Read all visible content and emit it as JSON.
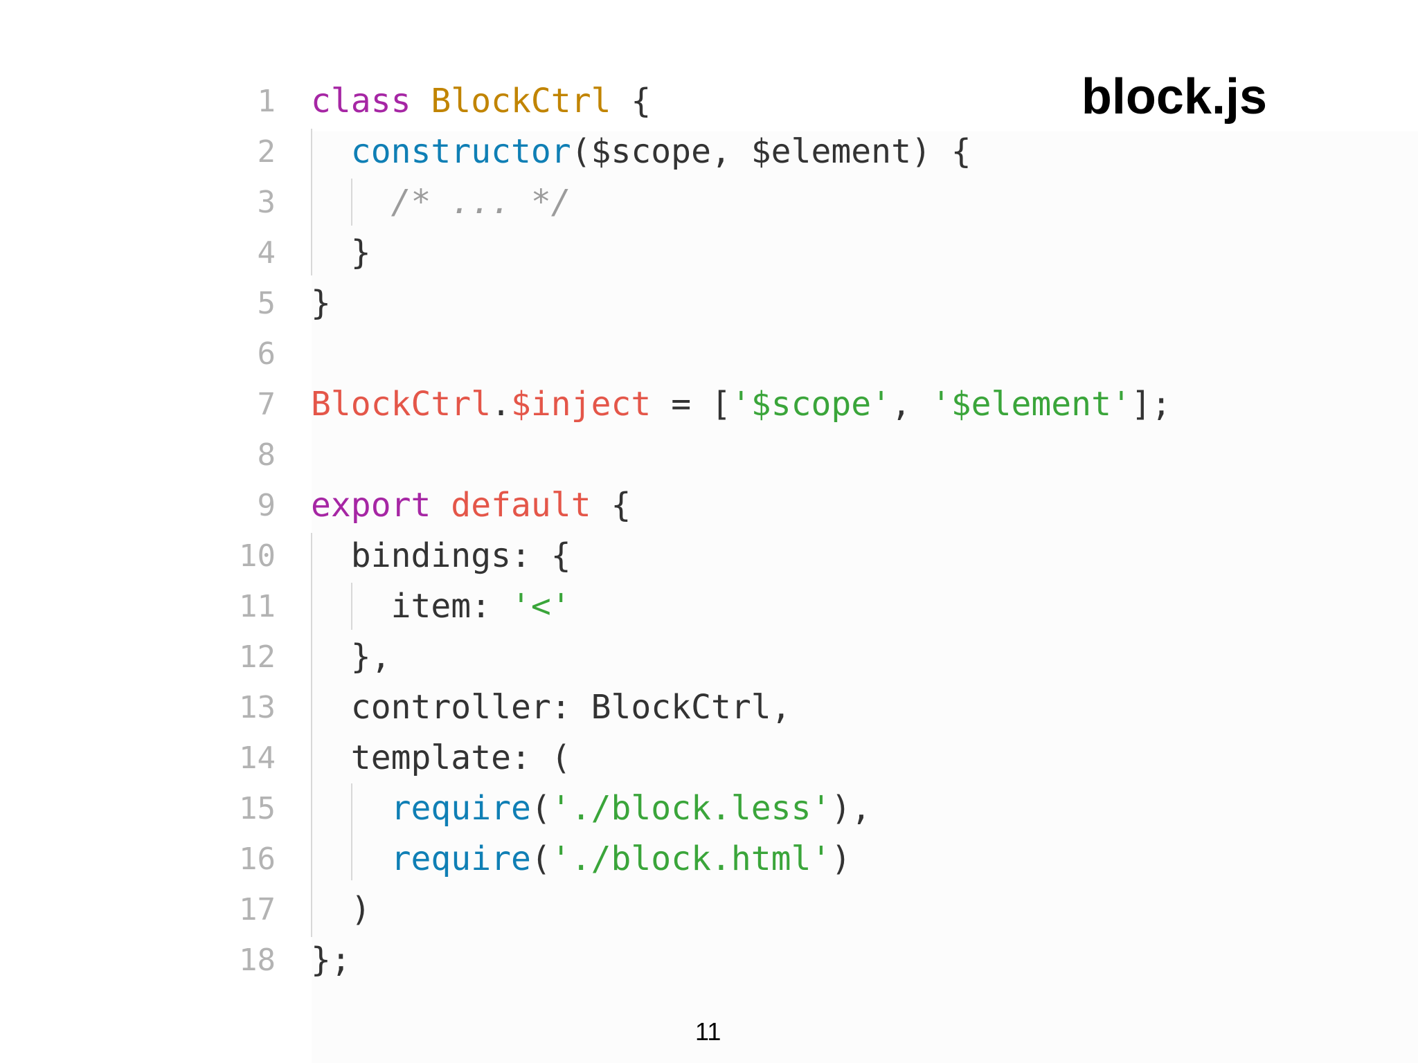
{
  "title": "block.js",
  "page_number": "11",
  "colors": {
    "keyword": "#a626a4",
    "class_name": "#c18401",
    "function": "#0f7fb5",
    "property": "#e45649",
    "string": "#3aa53a",
    "comment": "#9c9c9c",
    "plain": "#333333",
    "line_number": "#b3b3b3"
  },
  "code": {
    "lines": [
      {
        "n": "1",
        "tokens": [
          {
            "t": "class",
            "k": "kw"
          },
          {
            "t": " ",
            "k": "p"
          },
          {
            "t": "BlockCtrl",
            "k": "cls"
          },
          {
            "t": " {",
            "k": "p"
          }
        ]
      },
      {
        "n": "2",
        "tokens": [
          {
            "t": "  ",
            "k": "p"
          },
          {
            "t": "constructor",
            "k": "fn"
          },
          {
            "t": "($scope, $element) {",
            "k": "p"
          }
        ]
      },
      {
        "n": "3",
        "tokens": [
          {
            "t": "    ",
            "k": "p"
          },
          {
            "t": "/* ... */",
            "k": "cmt"
          }
        ]
      },
      {
        "n": "4",
        "tokens": [
          {
            "t": "  }",
            "k": "p"
          }
        ]
      },
      {
        "n": "5",
        "tokens": [
          {
            "t": "}",
            "k": "p"
          }
        ]
      },
      {
        "n": "6",
        "tokens": []
      },
      {
        "n": "7",
        "tokens": [
          {
            "t": "BlockCtrl",
            "k": "var"
          },
          {
            "t": ".",
            "k": "p"
          },
          {
            "t": "$inject",
            "k": "var"
          },
          {
            "t": " = [",
            "k": "p"
          },
          {
            "t": "'$scope'",
            "k": "str"
          },
          {
            "t": ", ",
            "k": "p"
          },
          {
            "t": "'$element'",
            "k": "str"
          },
          {
            "t": "];",
            "k": "p"
          }
        ]
      },
      {
        "n": "8",
        "tokens": []
      },
      {
        "n": "9",
        "tokens": [
          {
            "t": "export",
            "k": "kw"
          },
          {
            "t": " ",
            "k": "p"
          },
          {
            "t": "default",
            "k": "var"
          },
          {
            "t": " {",
            "k": "p"
          }
        ]
      },
      {
        "n": "10",
        "tokens": [
          {
            "t": "  bindings: {",
            "k": "p"
          }
        ]
      },
      {
        "n": "11",
        "tokens": [
          {
            "t": "    item: ",
            "k": "p"
          },
          {
            "t": "'<'",
            "k": "str"
          }
        ]
      },
      {
        "n": "12",
        "tokens": [
          {
            "t": "  },",
            "k": "p"
          }
        ]
      },
      {
        "n": "13",
        "tokens": [
          {
            "t": "  controller: BlockCtrl,",
            "k": "p"
          }
        ]
      },
      {
        "n": "14",
        "tokens": [
          {
            "t": "  template: (",
            "k": "p"
          }
        ]
      },
      {
        "n": "15",
        "tokens": [
          {
            "t": "    ",
            "k": "p"
          },
          {
            "t": "require",
            "k": "fn"
          },
          {
            "t": "(",
            "k": "p"
          },
          {
            "t": "'./block.less'",
            "k": "str"
          },
          {
            "t": "),",
            "k": "p"
          }
        ]
      },
      {
        "n": "16",
        "tokens": [
          {
            "t": "    ",
            "k": "p"
          },
          {
            "t": "require",
            "k": "fn"
          },
          {
            "t": "(",
            "k": "p"
          },
          {
            "t": "'./block.html'",
            "k": "str"
          },
          {
            "t": ")",
            "k": "p"
          }
        ]
      },
      {
        "n": "17",
        "tokens": [
          {
            "t": "  )",
            "k": "p"
          }
        ]
      },
      {
        "n": "18",
        "tokens": [
          {
            "t": "};",
            "k": "p"
          }
        ]
      }
    ]
  }
}
